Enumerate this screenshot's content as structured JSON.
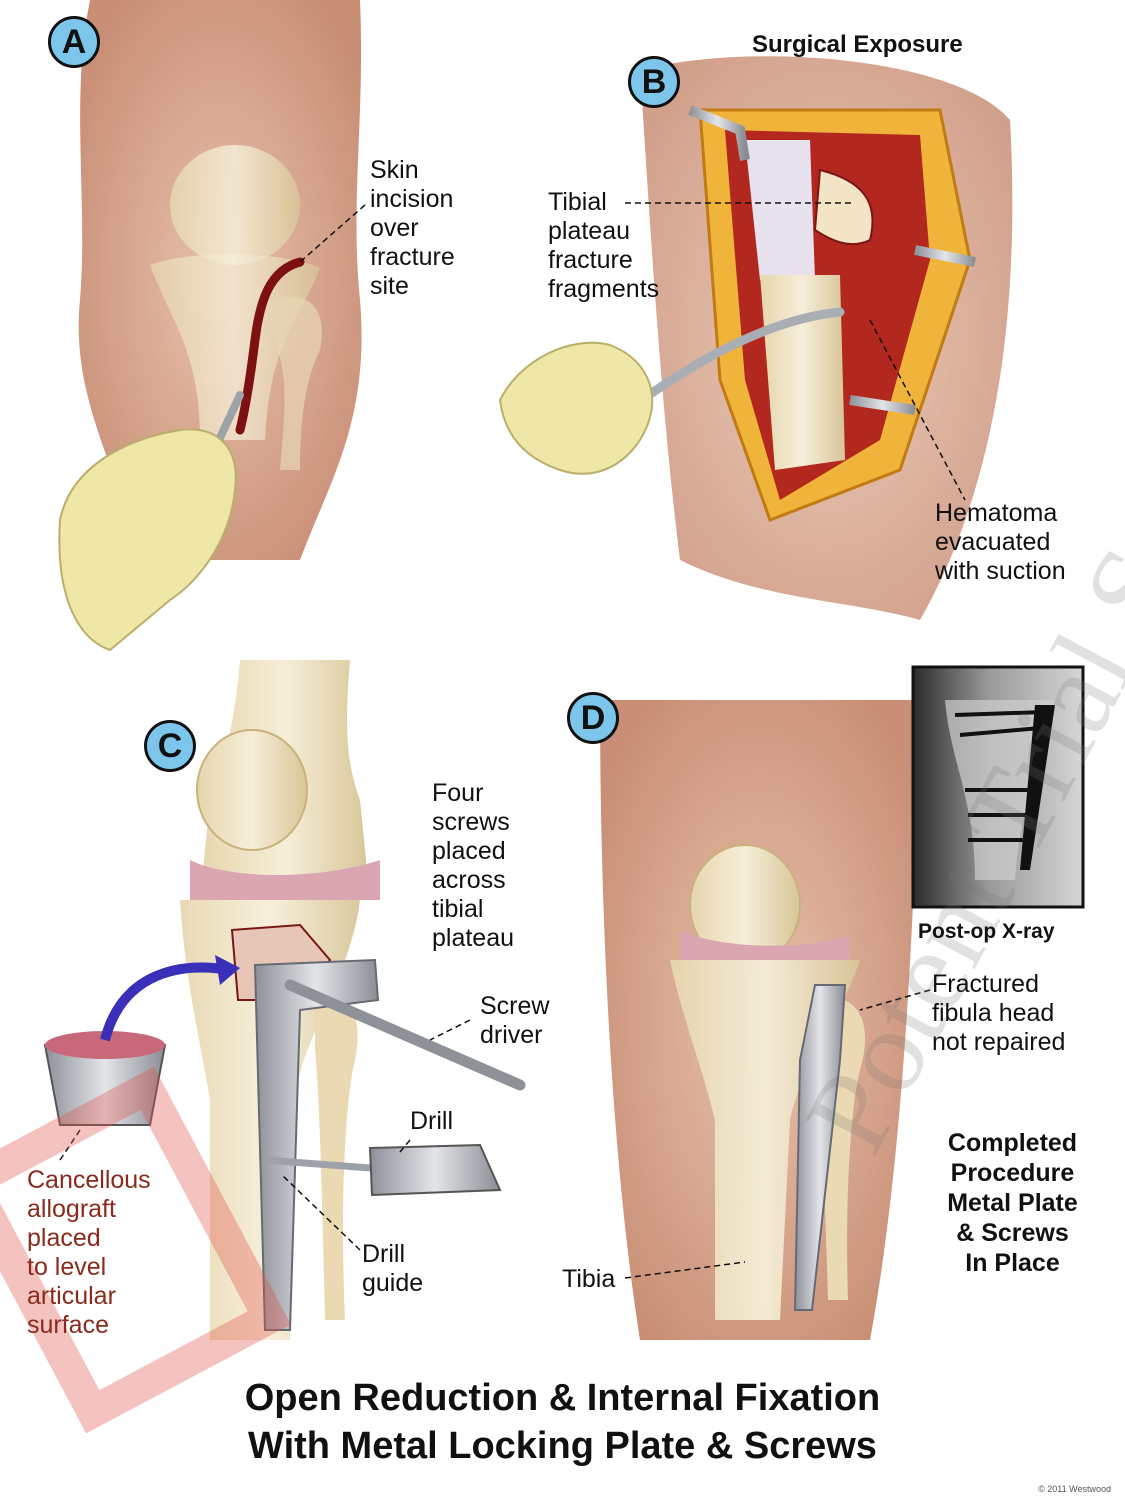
{
  "panels": {
    "a": {
      "badge": "A",
      "incision_label": "Skin\nincision\nover\nfracture\nsite"
    },
    "b": {
      "badge": "B",
      "heading": "Surgical Exposure",
      "fragments_label": "Tibial\nplateau\nfracture\nfragments",
      "hematoma_label": "Hematoma\nevacuated\nwith suction"
    },
    "c": {
      "badge": "C",
      "screws_label": "Four\nscrews\nplaced\nacross\ntibial\nplateau",
      "screwdriver_label": "Screw\ndriver",
      "drill_label": "Drill",
      "drill_guide_label": "Drill\nguide",
      "allograft_label": "Cancellous\nallograft\nplaced\nto level\narticular\nsurface"
    },
    "d": {
      "badge": "D",
      "xray_caption": "Post-op X-ray",
      "fibula_label": "Fractured\nfibula head\nnot repaired",
      "tibia_label": "Tibia",
      "completed_label": "Completed\nProcedure\nMetal Plate\n& Screws\nIn Place"
    }
  },
  "footer": {
    "title_line1": "Open Reduction & Internal Fixation",
    "title_line2": "With Metal Locking Plate & Screws",
    "copyright": "© 2011 Westwood"
  },
  "watermark_text": "Potent Trial Solutions",
  "colors": {
    "badge_fill": "#7cc6ec",
    "skin": "#d9a88f",
    "bone": "#efe3c2",
    "blood": "#a4161a",
    "fat": "#f0b43a",
    "metal": "#b9bcc2",
    "arrow": "#3a2fb8"
  }
}
